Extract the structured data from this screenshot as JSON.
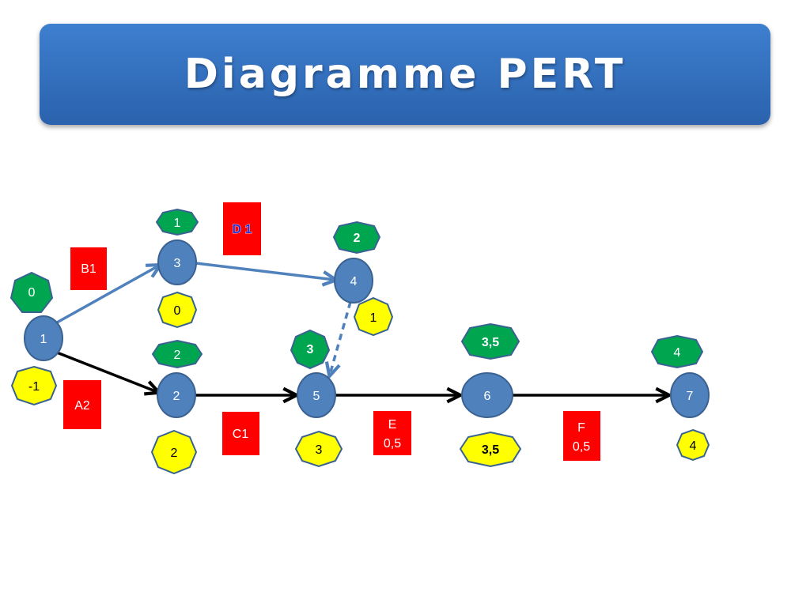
{
  "title": "Diagramme PERT",
  "colors": {
    "title_bg": "#2f6dbd",
    "node_fill": "#4f81bd",
    "node_stroke": "#3a6291",
    "green": "#00a550",
    "yellow": "#ffff00",
    "task_bg": "#ff0000",
    "arrow_black": "#000000",
    "arrow_blue": "#4f81bd"
  },
  "nodes": [
    {
      "id": "1",
      "label": "1"
    },
    {
      "id": "2",
      "label": "2"
    },
    {
      "id": "3",
      "label": "3"
    },
    {
      "id": "4",
      "label": "4"
    },
    {
      "id": "5",
      "label": "5"
    },
    {
      "id": "6",
      "label": "6"
    },
    {
      "id": "7",
      "label": "7"
    }
  ],
  "edges": [
    {
      "from": "1",
      "to": "3",
      "task": "B1",
      "style": "blue"
    },
    {
      "from": "1",
      "to": "2",
      "task": "A2",
      "style": "black"
    },
    {
      "from": "3",
      "to": "4",
      "task": "D 1",
      "style": "blue"
    },
    {
      "from": "2",
      "to": "5",
      "task": "C1",
      "style": "black"
    },
    {
      "from": "4",
      "to": "5",
      "task": "",
      "style": "blue-dashed"
    },
    {
      "from": "5",
      "to": "6",
      "task": "E\n0,5",
      "style": "black"
    },
    {
      "from": "6",
      "to": "7",
      "task": "F\n0,5",
      "style": "black"
    }
  ],
  "early_dates": [
    {
      "node": "1",
      "value": "0"
    },
    {
      "node": "3",
      "value": "1"
    },
    {
      "node": "4",
      "value": "2"
    },
    {
      "node": "2",
      "value": "2"
    },
    {
      "node": "5",
      "value": "3"
    },
    {
      "node": "6",
      "value": "3,5"
    },
    {
      "node": "7",
      "value": "4"
    }
  ],
  "late_dates": [
    {
      "node": "1",
      "value": "-1"
    },
    {
      "node": "3",
      "value": "0"
    },
    {
      "node": "4",
      "value": "1"
    },
    {
      "node": "2",
      "value": "2"
    },
    {
      "node": "5",
      "value": "3"
    },
    {
      "node": "6",
      "value": "3,5"
    },
    {
      "node": "7",
      "value": "4"
    }
  ],
  "tasks": [
    {
      "id": "B",
      "lines": [
        "B1"
      ]
    },
    {
      "id": "A",
      "lines": [
        "A2"
      ]
    },
    {
      "id": "D",
      "lines": [
        "D 1"
      ]
    },
    {
      "id": "C",
      "lines": [
        "C1"
      ]
    },
    {
      "id": "E",
      "lines": [
        "E",
        "0,5"
      ]
    },
    {
      "id": "F",
      "lines": [
        "F",
        "0,5"
      ]
    }
  ]
}
